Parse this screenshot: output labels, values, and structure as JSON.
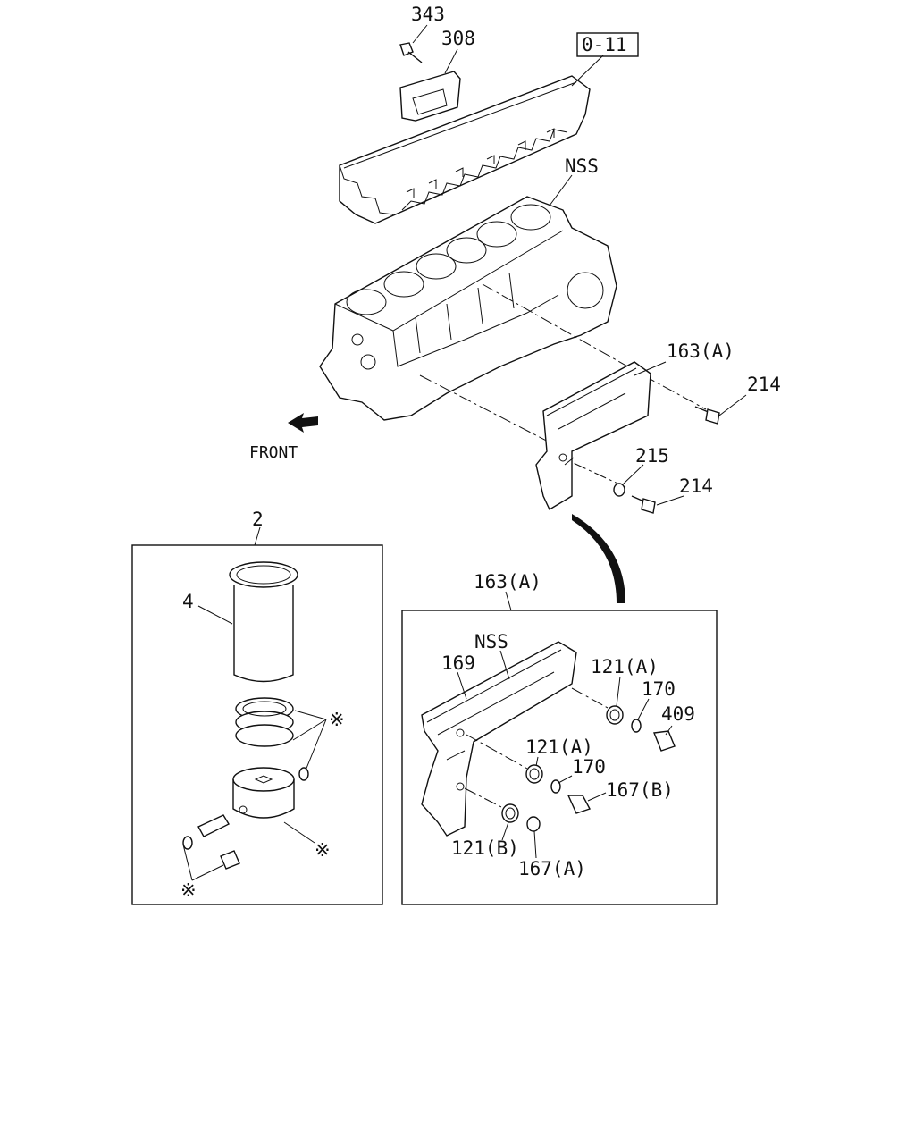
{
  "callouts": {
    "p343": "343",
    "p308": "308",
    "ref_box": "0-11",
    "nss_top": "NSS",
    "p163a_top": "163(A)",
    "p214_top": "214",
    "p215": "215",
    "p214_mid": "214",
    "front": "FRONT",
    "p2": "2",
    "p4": "4",
    "star1": "※",
    "star2": "※",
    "star3": "※",
    "p163a_detail": "163(A)",
    "nss_detail": "NSS",
    "p169": "169",
    "p121a_1": "121(A)",
    "p170_1": "170",
    "p409": "409",
    "p121a_2": "121(A)",
    "p170_2": "170",
    "p167b": "167(B)",
    "p121b": "121(B)",
    "p167a": "167(A)"
  },
  "colors": {
    "line": "#111111",
    "background": "#ffffff"
  }
}
